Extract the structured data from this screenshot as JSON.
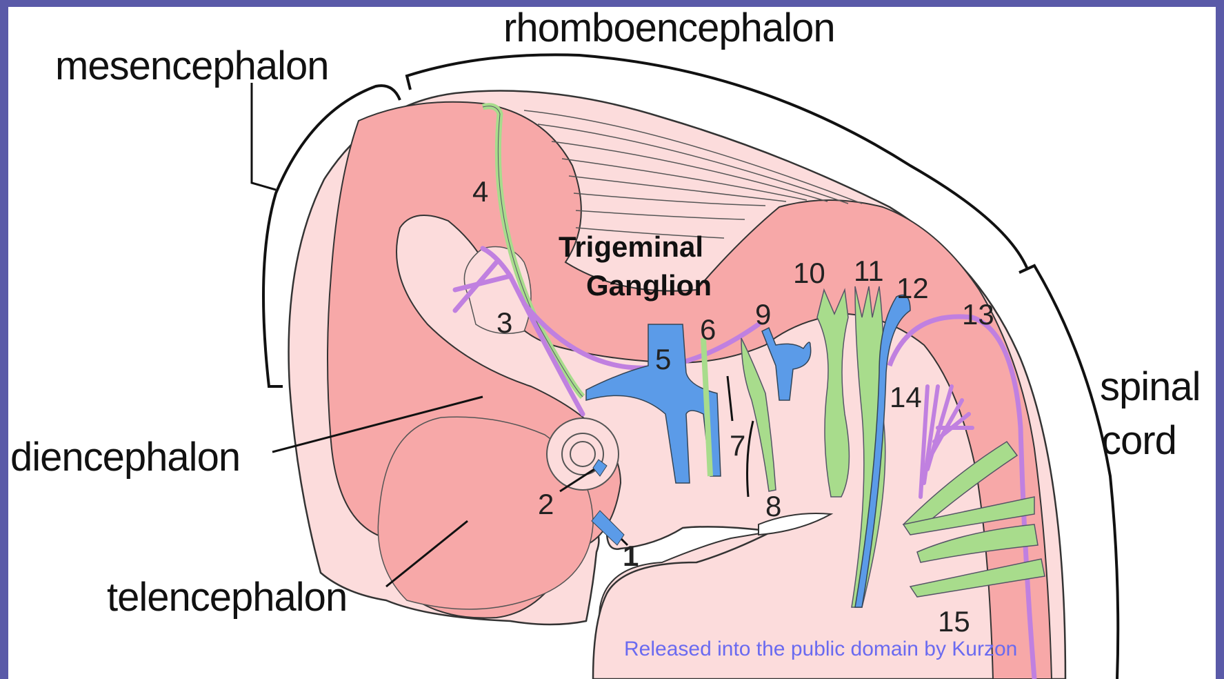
{
  "regions": {
    "rhombencephalon": "rhomboencephalon",
    "mesencephalon": "mesencephalon",
    "diencephalon": "diencephalon",
    "telencephalon": "telencephalon",
    "spinal_line1": "spinal",
    "spinal_line2": "cord"
  },
  "ganglion": {
    "line1": "Trigeminal",
    "line2": "Ganglion"
  },
  "numbers": {
    "n1": "1",
    "n2": "2",
    "n3": "3",
    "n4": "4",
    "n5": "5",
    "n6": "6",
    "n7": "7",
    "n8": "8",
    "n9": "9",
    "n10": "10",
    "n11": "11",
    "n12": "12",
    "n13": "13",
    "n14": "14",
    "n15": "15"
  },
  "credit": "Released into the public domain by Kurzon",
  "colors": {
    "frame": "#5a5aa8",
    "background": "#ffffff",
    "embryo_light": "#fcdcdc",
    "brain_dark": "#f7a8a8",
    "nerve_blue": "#5b9be8",
    "nerve_green": "#a8dc8c",
    "nerve_purple": "#c080e0",
    "credit_text": "#6a6af0"
  }
}
